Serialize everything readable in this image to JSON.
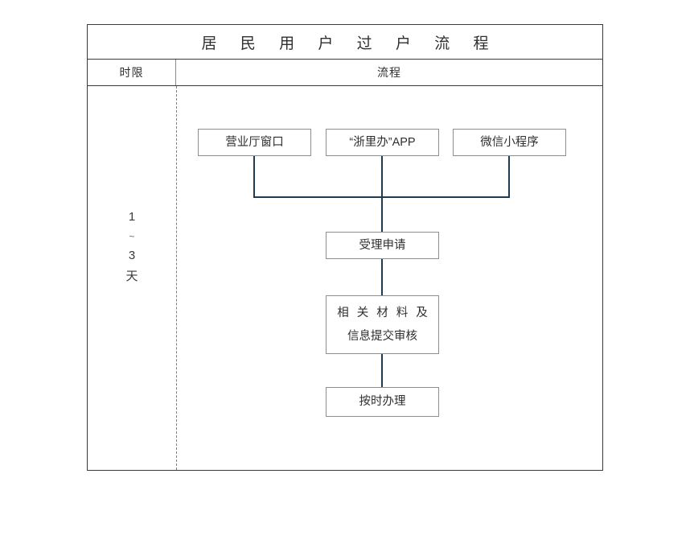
{
  "title": "居 民 用 户 过 户 流 程",
  "table": {
    "headers": {
      "left": "时限",
      "right": "流程"
    }
  },
  "duration": {
    "from": "1",
    "separator": "~",
    "to": "3",
    "unit": "天"
  },
  "flow": {
    "channels": [
      {
        "label": "营业厅窗口"
      },
      {
        "label": "“浙里办”APP"
      },
      {
        "label": "微信小程序"
      }
    ],
    "steps": [
      {
        "label": "受理申请"
      },
      {
        "line1": "相 关 材 料 及",
        "line2": "信息提交审核"
      },
      {
        "label": "按时办理"
      }
    ]
  },
  "colors": {
    "connector": "#1f3b52",
    "node_border": "#8e8e8e",
    "table_border": "#3a3a3a",
    "divider_dashed": "#7d7d7d",
    "text": "#2f2f2f",
    "background": "#ffffff"
  }
}
